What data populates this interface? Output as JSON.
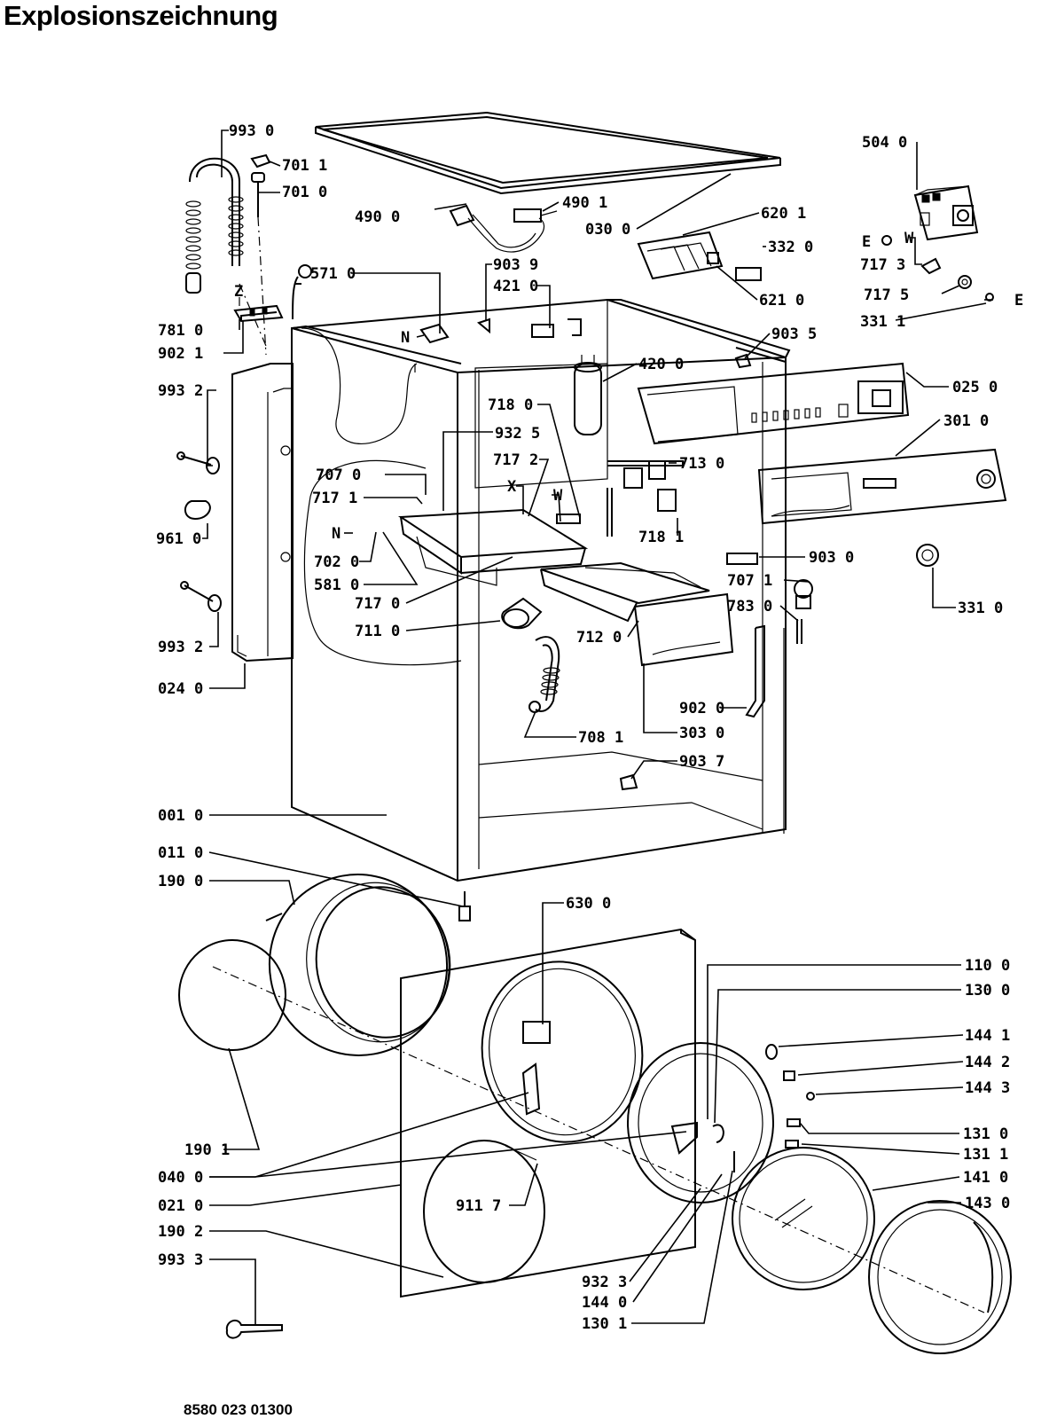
{
  "title": "Explosionszeichnung",
  "document_number": "8580 023 01300",
  "labels": [
    {
      "id": "993-0-top",
      "text": "993 0"
    },
    {
      "id": "701-1",
      "text": "701 1"
    },
    {
      "id": "701-0",
      "text": "701 0"
    },
    {
      "id": "490-0",
      "text": "490 0"
    },
    {
      "id": "490-1",
      "text": "490 1"
    },
    {
      "id": "030-0",
      "text": "030 0"
    },
    {
      "id": "620-1",
      "text": "620 1"
    },
    {
      "id": "504-0",
      "text": "504 0"
    },
    {
      "id": "571-0",
      "text": "571 0"
    },
    {
      "id": "903-9",
      "text": "903 9"
    },
    {
      "id": "421-0",
      "text": "421 0"
    },
    {
      "id": "332-0",
      "text": "332 0"
    },
    {
      "id": "621-0",
      "text": "621 0"
    },
    {
      "id": "e-left",
      "text": "E"
    },
    {
      "id": "w-top",
      "text": "W"
    },
    {
      "id": "717-3",
      "text": "717 3"
    },
    {
      "id": "717-5",
      "text": "717 5"
    },
    {
      "id": "e-right",
      "text": "E"
    },
    {
      "id": "331-1",
      "text": "331 1"
    },
    {
      "id": "z-label",
      "text": "Z"
    },
    {
      "id": "781-0",
      "text": "781 0"
    },
    {
      "id": "902-1",
      "text": "902 1"
    },
    {
      "id": "n-upper",
      "text": "N"
    },
    {
      "id": "903-5",
      "text": "903 5"
    },
    {
      "id": "420-0",
      "text": "420 0"
    },
    {
      "id": "025-0",
      "text": "025 0"
    },
    {
      "id": "993-2-upper",
      "text": "993 2"
    },
    {
      "id": "718-0",
      "text": "718 0"
    },
    {
      "id": "932-5",
      "text": "932 5"
    },
    {
      "id": "301-0",
      "text": "301 0"
    },
    {
      "id": "717-2",
      "text": "717 2"
    },
    {
      "id": "707-0",
      "text": "707 0"
    },
    {
      "id": "713-0",
      "text": "713 0"
    },
    {
      "id": "x-label",
      "text": "X"
    },
    {
      "id": "717-1",
      "text": "717 1"
    },
    {
      "id": "w-mid",
      "text": "W"
    },
    {
      "id": "718-1",
      "text": "718 1"
    },
    {
      "id": "961-0",
      "text": "961 0"
    },
    {
      "id": "n-lower",
      "text": "N"
    },
    {
      "id": "903-0",
      "text": "903 0"
    },
    {
      "id": "702-0",
      "text": "702 0"
    },
    {
      "id": "707-1",
      "text": "707 1"
    },
    {
      "id": "581-0",
      "text": "581 0"
    },
    {
      "id": "717-0",
      "text": "717 0"
    },
    {
      "id": "783-0",
      "text": "783 0"
    },
    {
      "id": "331-0",
      "text": "331 0"
    },
    {
      "id": "711-0",
      "text": "711 0"
    },
    {
      "id": "712-0",
      "text": "712 0"
    },
    {
      "id": "993-2-lower",
      "text": "993 2"
    },
    {
      "id": "024-0",
      "text": "024 0"
    },
    {
      "id": "902-0",
      "text": "902 0"
    },
    {
      "id": "303-0",
      "text": "303 0"
    },
    {
      "id": "708-1",
      "text": "708 1"
    },
    {
      "id": "903-7",
      "text": "903 7"
    },
    {
      "id": "001-0",
      "text": "001 0"
    },
    {
      "id": "011-0",
      "text": "011 0"
    },
    {
      "id": "190-0",
      "text": "190 0"
    },
    {
      "id": "630-0",
      "text": "630 0"
    },
    {
      "id": "110-0",
      "text": "110 0"
    },
    {
      "id": "130-0",
      "text": "130 0"
    },
    {
      "id": "144-1",
      "text": "144 1"
    },
    {
      "id": "144-2",
      "text": "144 2"
    },
    {
      "id": "144-3",
      "text": "144 3"
    },
    {
      "id": "131-0",
      "text": "131 0"
    },
    {
      "id": "190-1",
      "text": "190 1"
    },
    {
      "id": "131-1",
      "text": "131 1"
    },
    {
      "id": "040-0",
      "text": "040 0"
    },
    {
      "id": "141-0",
      "text": "141 0"
    },
    {
      "id": "911-7",
      "text": "911 7"
    },
    {
      "id": "021-0",
      "text": "021 0"
    },
    {
      "id": "143-0",
      "text": "143 0"
    },
    {
      "id": "190-2",
      "text": "190 2"
    },
    {
      "id": "993-3",
      "text": "993 3"
    },
    {
      "id": "932-3",
      "text": "932 3"
    },
    {
      "id": "144-0",
      "text": "144 0"
    },
    {
      "id": "130-1",
      "text": "130 1"
    }
  ]
}
